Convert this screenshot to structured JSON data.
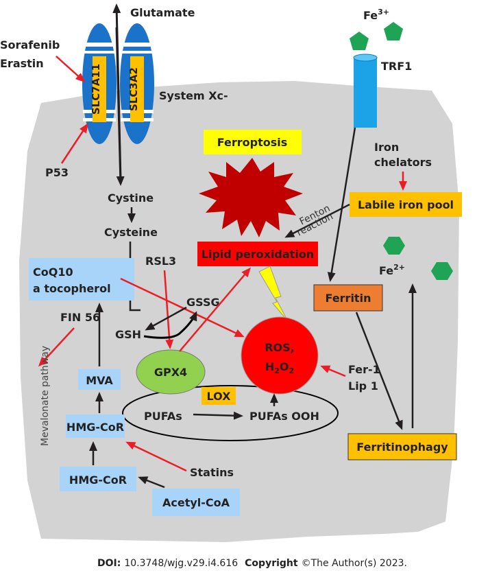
{
  "labels": {
    "glutamate": "Glutamate",
    "sorafenib": "Sorafenib",
    "erastin": "Erastin",
    "slc7a11": "SLC7A11",
    "slc3a2": "SLC3A2",
    "system_xc": "System Xc-",
    "p53": "P53",
    "fe3_base": "Fe",
    "fe3_sup": "3+",
    "trf1": "TRF1",
    "ferroptosis": "Ferroptosis",
    "iron_chelators_line1": "Iron",
    "iron_chelators_line2": "chelators",
    "labile_iron_pool": "Labile iron pool",
    "fenton_line1": "Fenton",
    "fenton_line2": "reaction",
    "cystine": "Cystine",
    "cysteine": "Cysteine",
    "lipid_peroxidation": "Lipid peroxidation",
    "rsl3": "RSL3",
    "coq10_line1": "CoQ10",
    "coq10_line2": "a tocopherol",
    "fe2_base": "Fe",
    "fe2_sup": "2+",
    "ferritin": "Ferritin",
    "gssg": "GSSG",
    "fin56": "FIN 56",
    "gsh": "GSH",
    "mevalonate": "Mevalonate pathway",
    "gpx4": "GPX4",
    "ros_line1": "ROS,",
    "ros_line2_a": "H",
    "ros_line2_sub1": "2",
    "ros_line2_b": "O",
    "ros_line2_sub2": "2",
    "mva": "MVA",
    "lox": "LOX",
    "fer1": "Fer-1",
    "lip1": "Lip 1",
    "pufas": "PUFAs",
    "pufas_ooh": "PUFAs OOH",
    "hmg_cor_1": "HMG-CoR",
    "statins": "Statins",
    "ferritinophagy": "Ferritinophagy",
    "hmg_cor_2": "HMG-CoR",
    "acetyl_coa": "Acetyl-CoA"
  },
  "footer": {
    "doi_label": "DOI:",
    "doi_value": "10.3748/wjg.v29.i4.616",
    "copyright_label": "Copyright",
    "copyright_value": "©The Author(s) 2023."
  },
  "colors": {
    "cell": "#d3d3d3",
    "inhibit_arrow": "#ee1c24",
    "path_arrow": "#231f20",
    "blue_box": "#a9d4fa",
    "orange_box": "#ffc000",
    "ferritin_box": "#ed7d31",
    "red": "#ff0000",
    "green_node": "#92d050",
    "yellow": "#ffff00",
    "pentagon": "#1fa354",
    "channel_blue": "#1a73c8",
    "trf1_blue": "#1ba3e8",
    "star": "#c00000"
  }
}
